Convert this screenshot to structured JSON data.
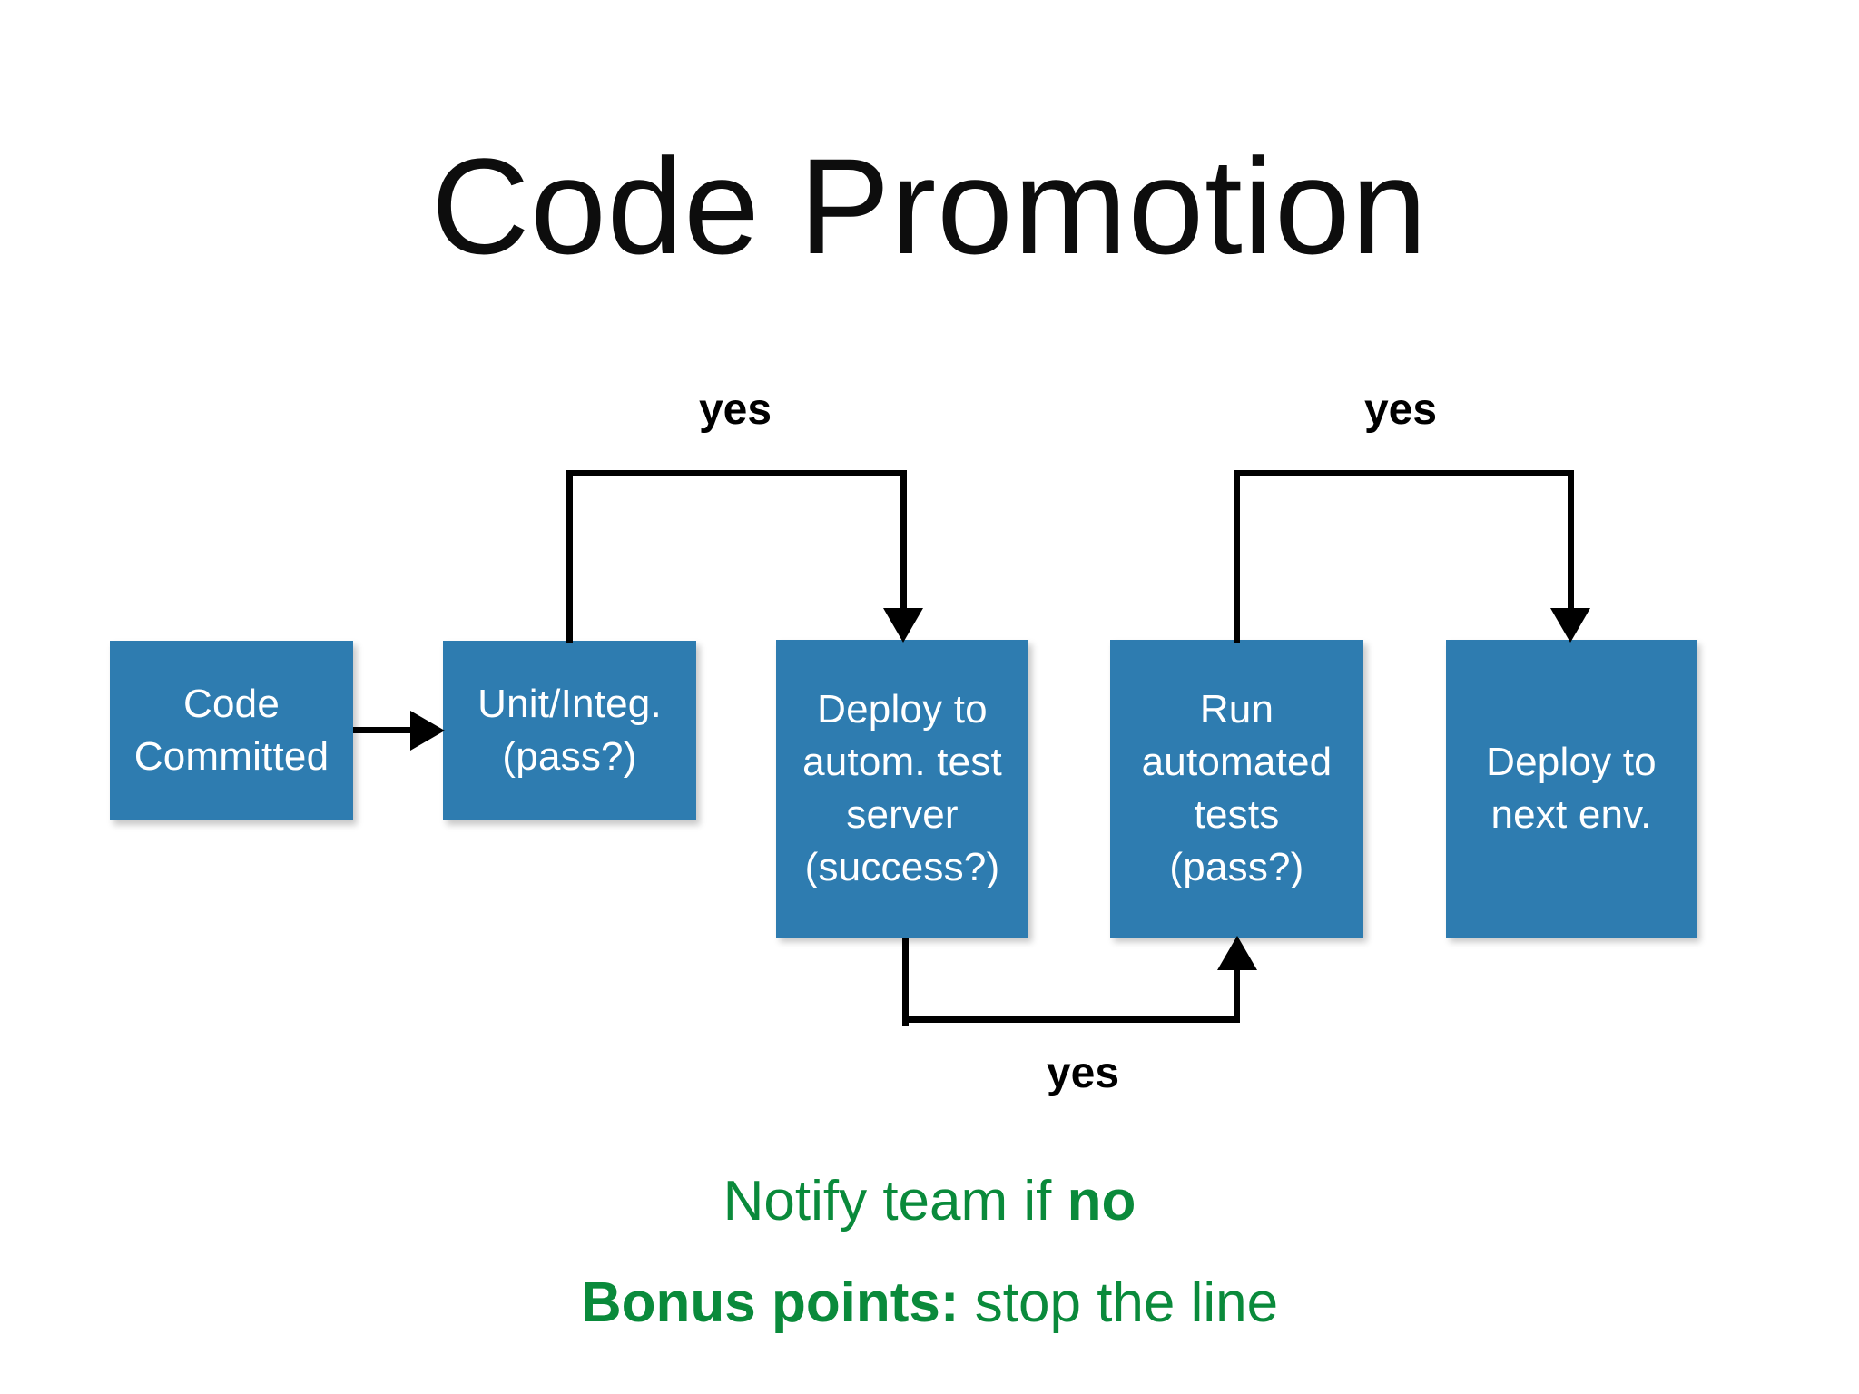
{
  "slide": {
    "title": "Code Promotion",
    "background_color": "#ffffff"
  },
  "theme": {
    "box_fill": "#2e7cb0",
    "box_text_color": "#ffffff",
    "connector_color": "#000000",
    "note_color": "#0a8a3b",
    "title_color": "#0d0d0d"
  },
  "diagram": {
    "type": "flowchart",
    "nodes": [
      {
        "id": "code-committed",
        "lines": [
          "Code",
          "Committed"
        ]
      },
      {
        "id": "unit-integ",
        "lines": [
          "Unit/Integ.",
          "(pass?)"
        ]
      },
      {
        "id": "deploy-test",
        "lines": [
          "Deploy to",
          "autom. test",
          "server",
          "(success?)"
        ]
      },
      {
        "id": "run-tests",
        "lines": [
          "Run",
          "automated",
          "tests",
          "(pass?)"
        ]
      },
      {
        "id": "deploy-next-env",
        "lines": [
          "Deploy to",
          "next env."
        ]
      }
    ],
    "edges": [
      {
        "id": "e1",
        "from": "code-committed",
        "to": "unit-integ",
        "label": "",
        "style": "straight-right"
      },
      {
        "id": "e2",
        "from": "unit-integ",
        "to": "deploy-test",
        "label": "yes",
        "style": "over-top"
      },
      {
        "id": "e3",
        "from": "deploy-test",
        "to": "run-tests",
        "label": "yes",
        "style": "under-bottom"
      },
      {
        "id": "e4",
        "from": "run-tests",
        "to": "deploy-next-env",
        "label": "yes",
        "style": "over-top"
      }
    ],
    "edge_labels": {
      "top_left": "yes",
      "top_right": "yes",
      "bottom": "yes"
    }
  },
  "notes": {
    "line1_plain": "Notify team if ",
    "line1_bold": "no",
    "line2_bold": "Bonus points:",
    "line2_plain": " stop the line"
  }
}
